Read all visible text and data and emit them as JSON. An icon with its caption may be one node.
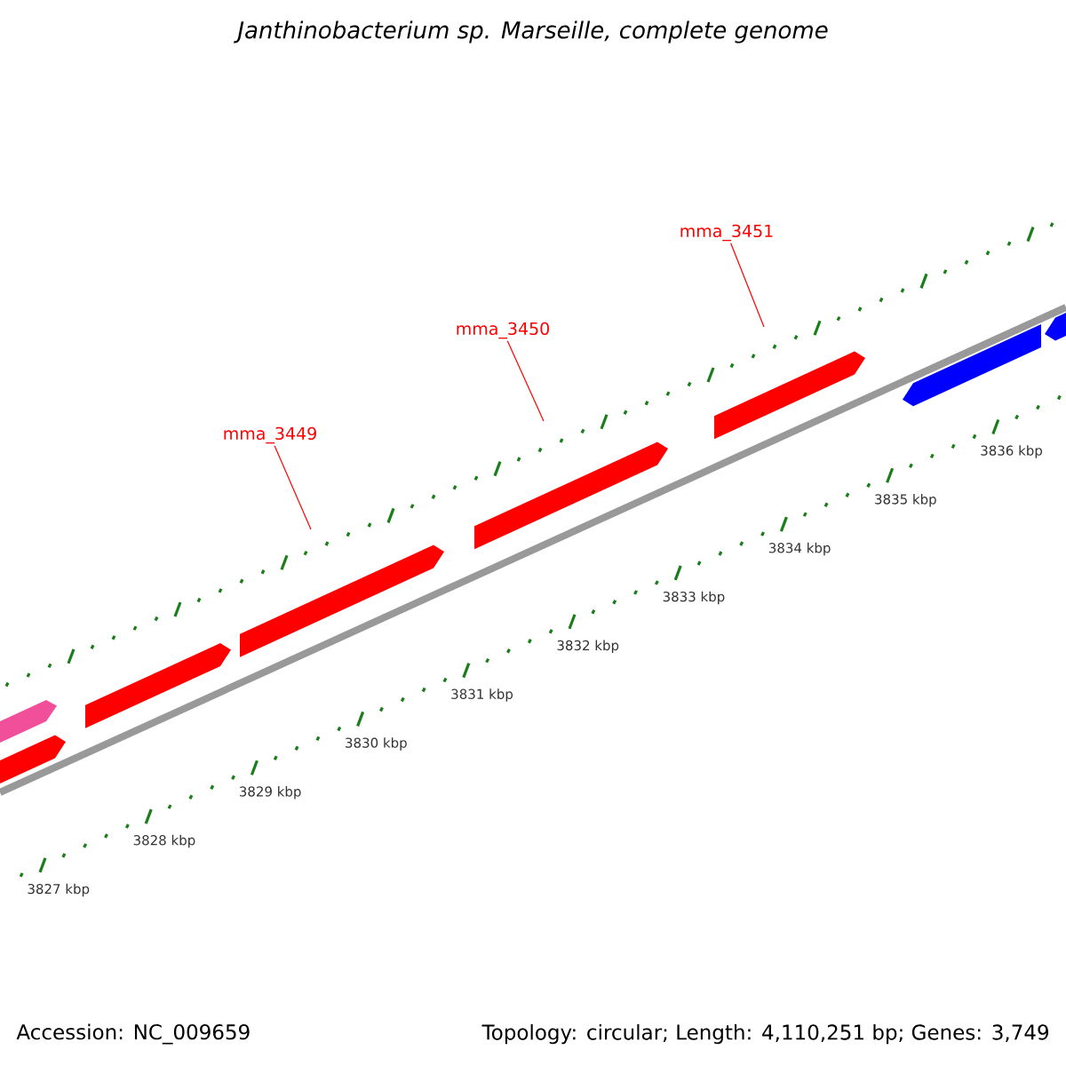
{
  "diagram": {
    "title": "Janthinobacterium sp. Marseille, complete genome",
    "nodes": [
      {
        "text": [
          "mma_3449"
        ]
      },
      {
        "text": [
          "mma_3450"
        ]
      },
      {
        "text": [
          "mma_3451"
        ]
      }
    ],
    "edges": [
      {
        "from": 0,
        "to": null,
        "arrow": "none"
      },
      {
        "from": 1,
        "to": null,
        "arrow": "none"
      },
      {
        "from": 2,
        "to": null,
        "arrow": "none"
      }
    ],
    "labels": [
      "3827 kbp",
      "3828 kbp",
      "3829 kbp",
      "3830 kbp",
      "3831 kbp",
      "3832 kbp",
      "3833 kbp",
      "3834 kbp",
      "3835 kbp",
      "3836 kbp",
      "Accession: NC_009659",
      "Topology: circular; Length: 4,110,251 bp; Genes: 3,749"
    ]
  }
}
